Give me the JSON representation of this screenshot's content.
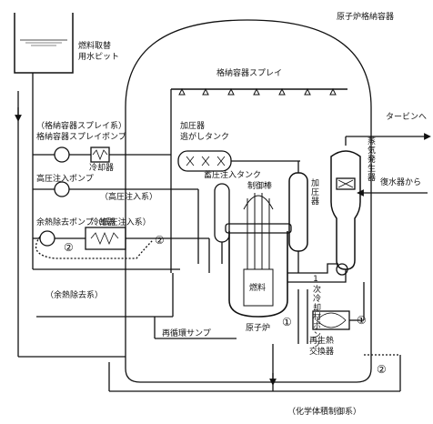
{
  "labels": {
    "containment_vessel": "原子炉格納容器",
    "fuel_pit_line1": "燃料取替",
    "fuel_pit_line2": "用水ピット",
    "containment_spray": "格納容器スプレイ",
    "to_turbine": "タービンへ",
    "from_condenser": "復水器から",
    "steam_generator": "蒸気発生器",
    "pressurizer_relief_line1": "加圧器",
    "pressurizer_relief_line2": "逃がしタンク",
    "pressurizer": "加圧器",
    "accumulator": "蓄圧注入タンク",
    "cs_system": "（格納容器スプレイ系）",
    "cs_pump": "格納容器スプレイポンプ",
    "cooler": "冷却器",
    "hp_injection_pump": "高圧注入ポンプ",
    "hp_injection_system": "（高圧注入系）",
    "rhr_pump": "余熱除去ポンプ（低圧注入系）",
    "rhr_system": "（余熱除去系）",
    "control_rod": "制御棒",
    "fuel": "燃料",
    "reactor": "原子炉",
    "primary_coolant_pump": "1次冷却材ポンプ",
    "recirculation_sump": "再循環サンプ",
    "regen_hx_line1": "再生熱",
    "regen_hx_line2": "交換器",
    "cvcs": "（化学体積制御系）"
  },
  "markers": {
    "one": "①",
    "two": "②"
  }
}
